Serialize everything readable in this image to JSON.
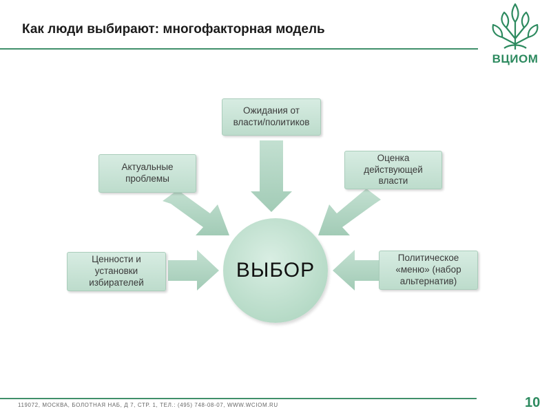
{
  "header": {
    "title": "Как люди выбирают:  многофакторная модель"
  },
  "logo": {
    "text": "ВЦИОМ",
    "icon": "tree-icon",
    "color": "#2d8a5f"
  },
  "diagram": {
    "center_label": "ВЫБОР",
    "factors": [
      {
        "id": "expectations",
        "label": "Ожидания от\nвласти/политиков"
      },
      {
        "id": "problems",
        "label": "Актуальные\nпроблемы"
      },
      {
        "id": "evaluation",
        "label": "Оценка\nдействующей\nвласти"
      },
      {
        "id": "values",
        "label": "Ценности и\nустановки\nизбирателей"
      },
      {
        "id": "menu",
        "label": "Политическое\n«меню» (набор\nальтернатив)"
      }
    ],
    "colors": {
      "box_fill": "#c9e3d6",
      "arrow_fill": "#a8cfbb",
      "circle_fill": "#b9dcc9"
    }
  },
  "footer": {
    "address": "119072, Москва, Болотная наб, д 7, стр. 1, тел.: (495) 748-08-07, www.wciom.ru",
    "page_number": "10"
  }
}
